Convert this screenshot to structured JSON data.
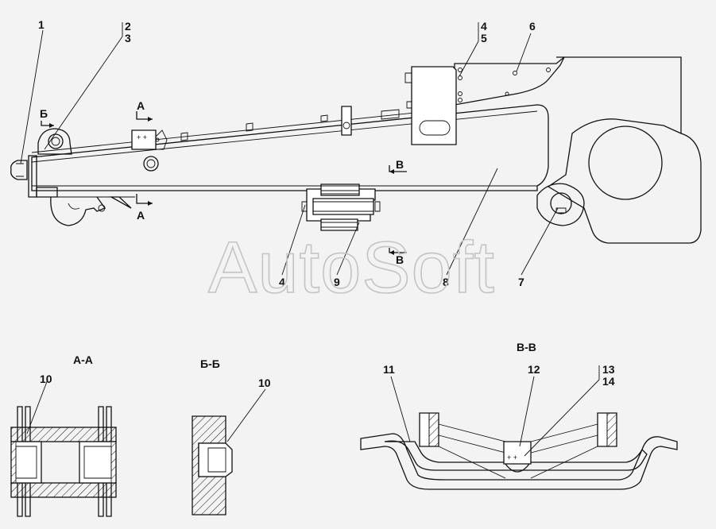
{
  "watermark": "AutoSoft",
  "callouts": {
    "c1": "1",
    "c2": "2",
    "c3": "3",
    "c4a": "4",
    "c5": "5",
    "c6": "6",
    "c7": "7",
    "c8": "8",
    "c9": "9",
    "c4b": "4",
    "c10a": "10",
    "c10b": "10",
    "c11": "11",
    "c12": "12",
    "c13": "13",
    "c14": "14"
  },
  "section_marks": {
    "a_top": "А",
    "a_bottom": "А",
    "b_left": "Б",
    "v_top": "В",
    "v_bottom": "В"
  },
  "section_titles": {
    "aa": "А-А",
    "bb": "Б-Б",
    "vv": "В-В"
  }
}
